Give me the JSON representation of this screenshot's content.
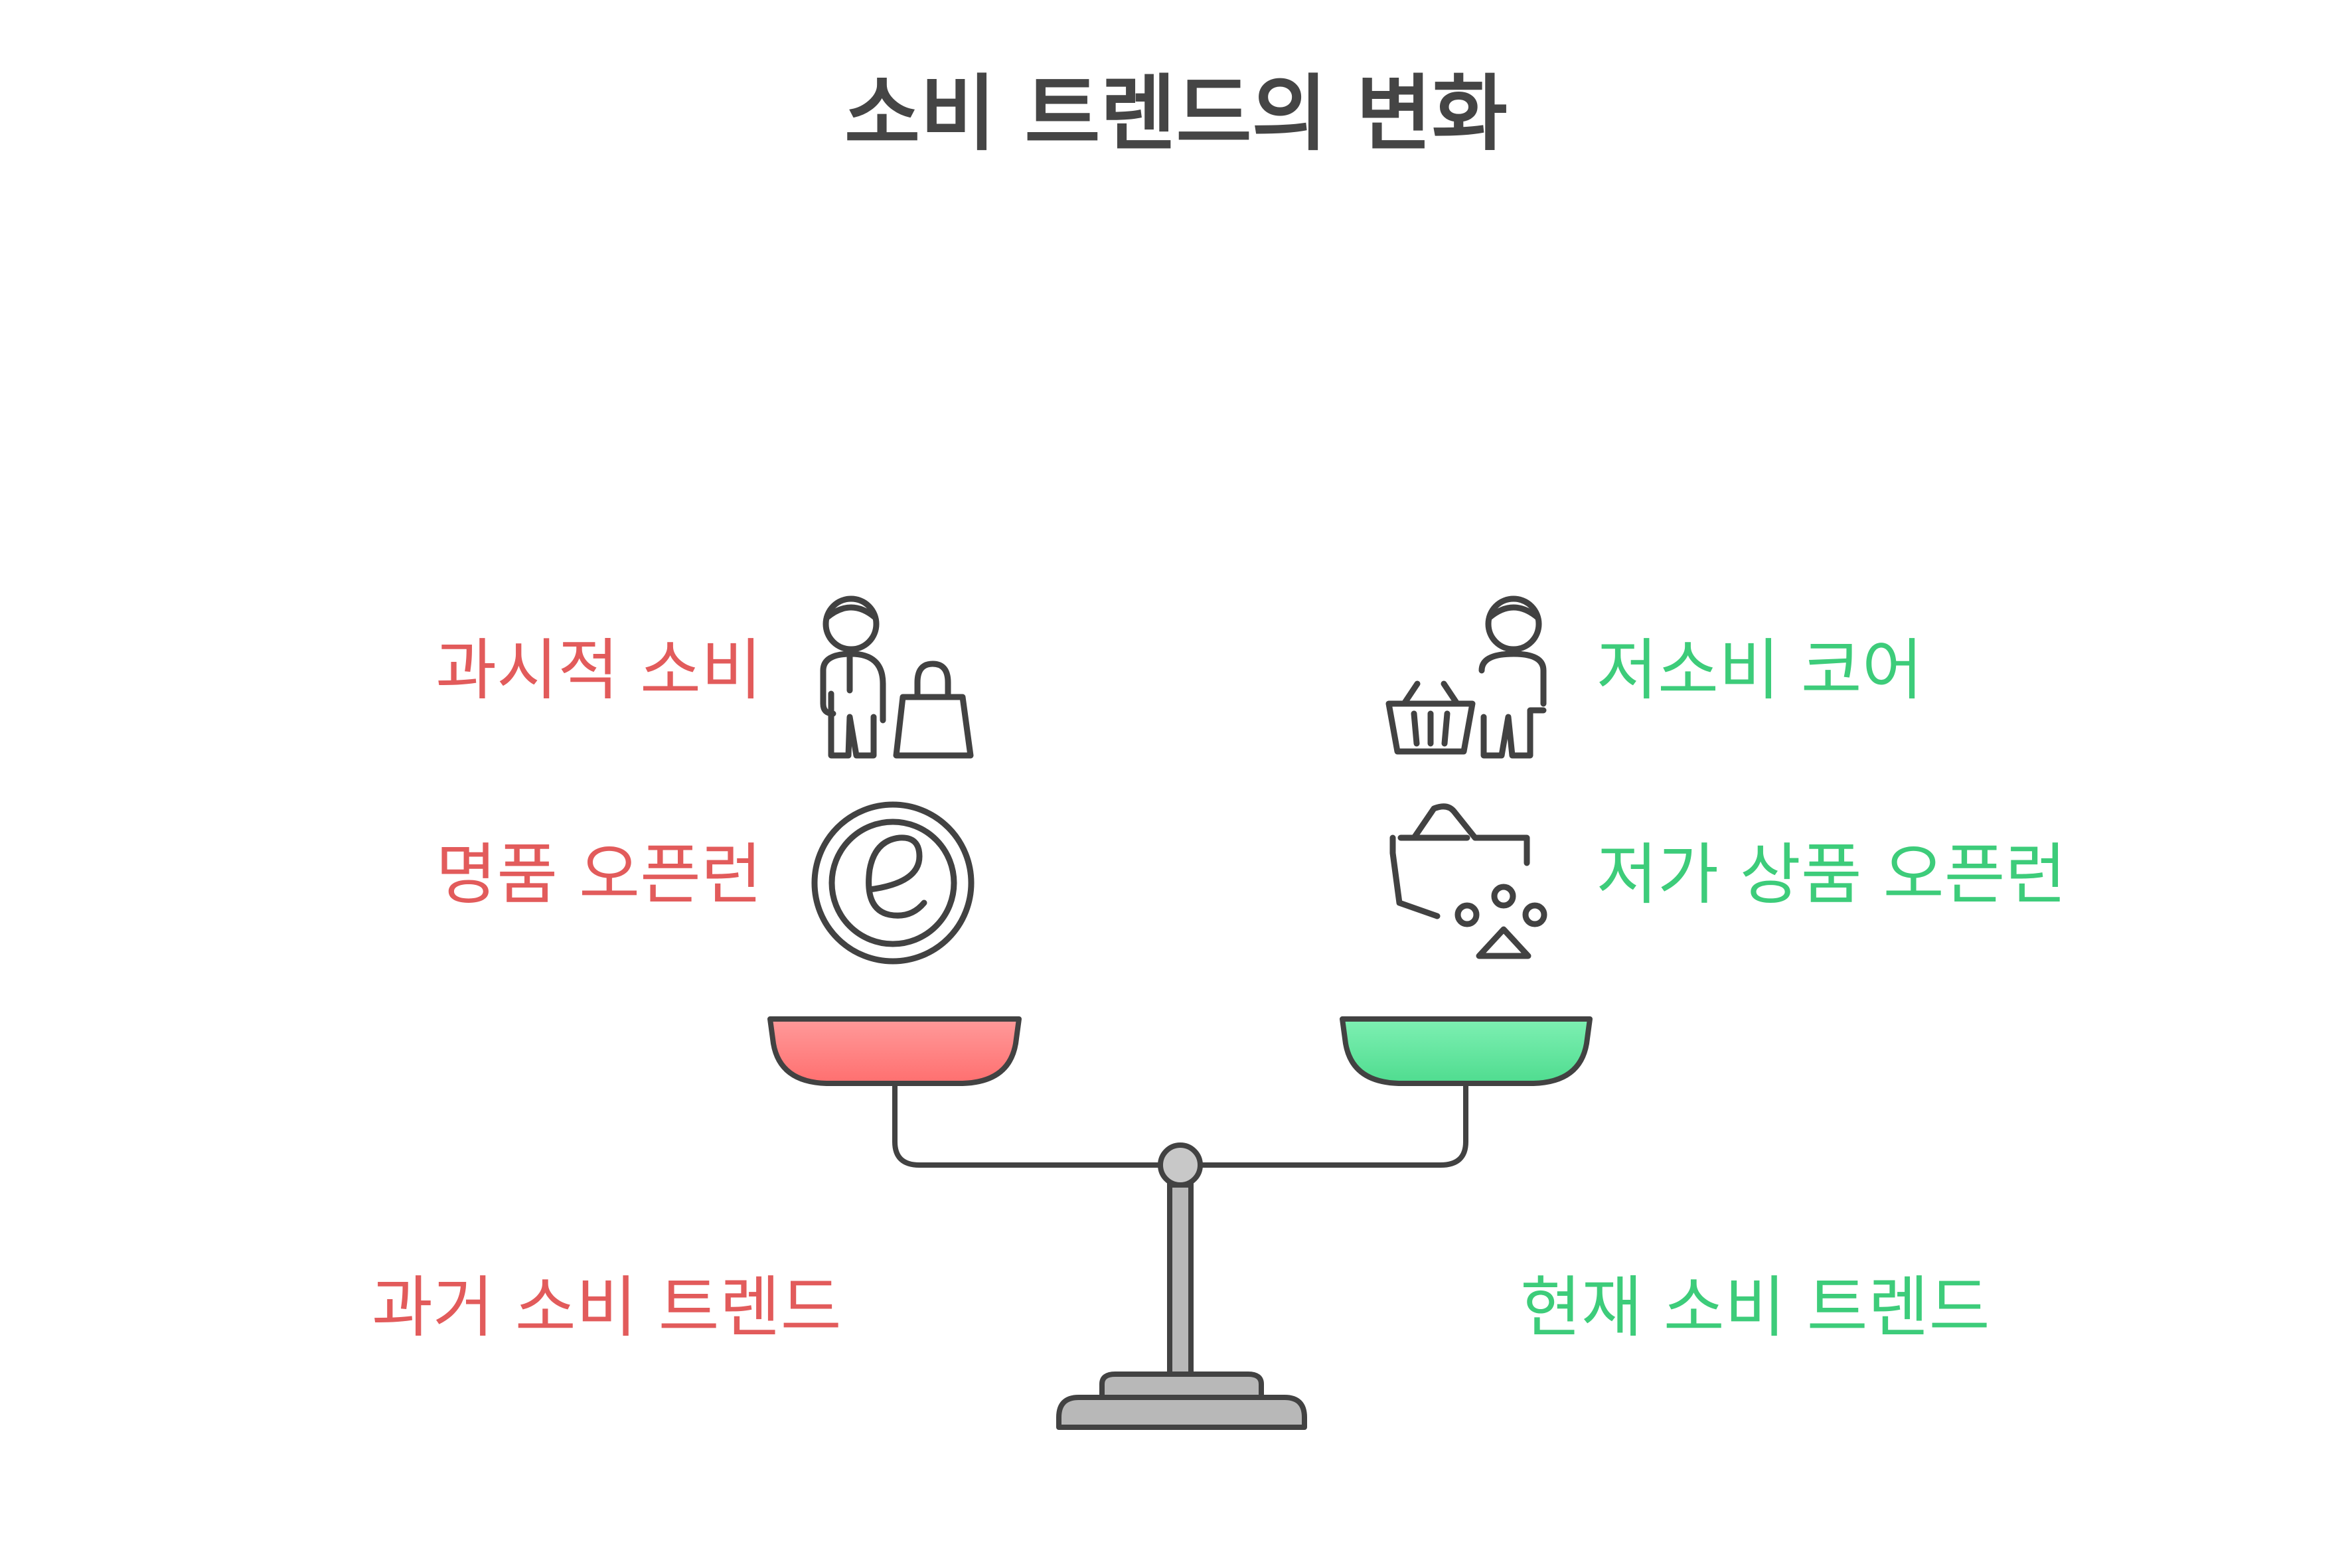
{
  "title": "소비 트렌드의 변화",
  "colors": {
    "past": "#e25b5b",
    "present": "#3dcc7a",
    "text_dark": "#454545",
    "pan_left": "#ff8080",
    "pan_right": "#5fe39a",
    "stroke": "#424242",
    "metal": "#b8b8b8"
  },
  "left": {
    "heading": "과거 소비 트렌드",
    "items": [
      {
        "label": "과시적 소비",
        "icon": "person-with-shopping-bag-icon"
      },
      {
        "label": "명품 오픈런",
        "icon": "luxury-emblem-icon"
      }
    ]
  },
  "right": {
    "heading": "현재 소비 트렌드",
    "items": [
      {
        "label": "저소비 코어",
        "icon": "person-with-basket-icon"
      },
      {
        "label": "저가 상품 오픈런",
        "icon": "basket-with-items-icon"
      }
    ]
  }
}
